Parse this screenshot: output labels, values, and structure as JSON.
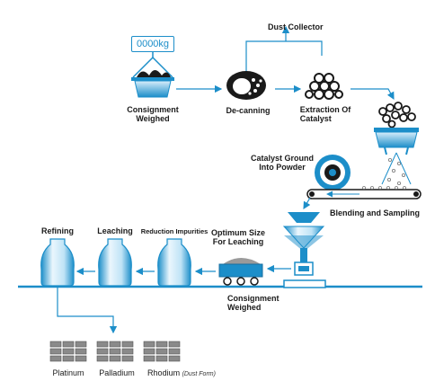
{
  "labels": {
    "dust_collector": "Dust Collector",
    "consignment_weighed_top": "Consignment\nWeighed",
    "decanning": "De-canning",
    "extraction": "Extraction Of\nCatalyst",
    "catalyst_ground": "Catalyst Ground\nInto Powder",
    "blending_sampling": "Blending and Sampling",
    "optimum_size": "Optimum Size\nFor Leaching",
    "consignment_weighed_bottom": "Consignment\nWeighed",
    "refining": "Refining",
    "leaching": "Leaching",
    "reduction_impurities": "Reduction Impurities"
  },
  "scale_readout": "0000kg",
  "metals": [
    {
      "name": "Platinum",
      "note": ""
    },
    {
      "name": "Palladium",
      "note": ""
    },
    {
      "name": "Rhodium",
      "note": "(Dust Form)"
    }
  ],
  "colors": {
    "accent": "#1c8ec9",
    "tank_light": "#eaf6fd",
    "dark": "#1a1a1a",
    "ingot": "#8a8a8a"
  }
}
